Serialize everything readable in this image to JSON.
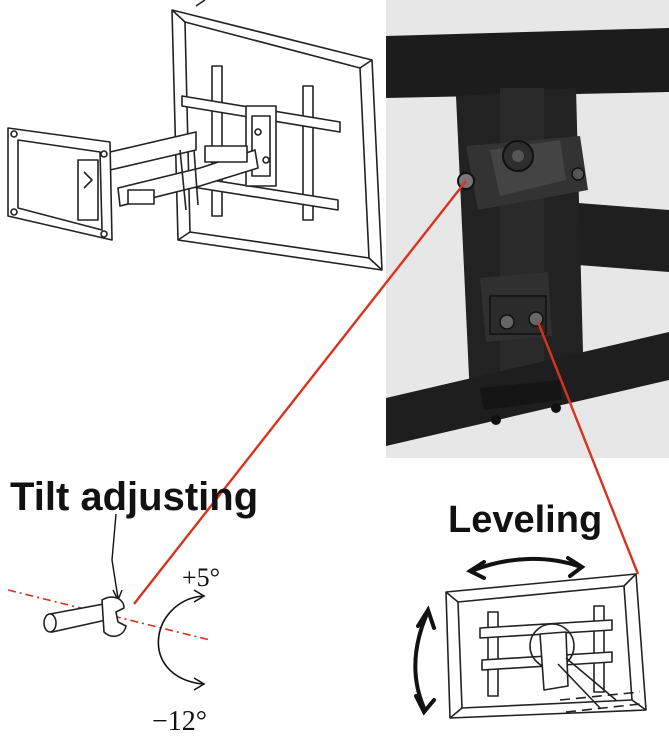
{
  "labels": {
    "tilt": "Tilt adjusting",
    "leveling": "Leveling",
    "tilt_up": "+5°",
    "tilt_down": "−12°"
  },
  "colors": {
    "callout_line": "#d9331e",
    "axis_dash": "#d9331e",
    "photo_bg": "#e7e7e7",
    "bracket_dark": "#1c1c1c",
    "line_art": "#222222"
  },
  "icons": [
    "wrench-icon",
    "tilt-arc-arrow-icon",
    "leveling-arc-arrow-icon"
  ]
}
